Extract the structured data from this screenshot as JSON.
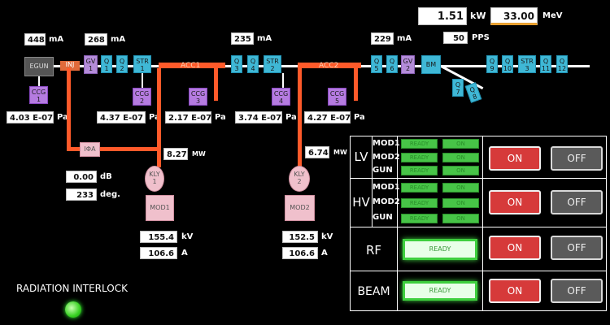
{
  "top": {
    "power_value": "1.51",
    "power_unit": "kW",
    "energy_value": "33.00",
    "energy_unit": "MeV",
    "pps_value": "50",
    "pps_unit": "PPS"
  },
  "currents": [
    {
      "value": "448",
      "unit": "mA"
    },
    {
      "value": "268",
      "unit": "mA"
    },
    {
      "value": "235",
      "unit": "mA"
    },
    {
      "value": "229",
      "unit": "mA"
    }
  ],
  "beamline": {
    "egun": "EGUN",
    "inj": "INJ",
    "acc1": "ACC1",
    "acc2": "ACC2",
    "bm": "BM",
    "gv": [
      {
        "t": "GV",
        "n": "1"
      },
      {
        "t": "GV",
        "n": "2"
      }
    ],
    "q": [
      "1",
      "2",
      "3",
      "4",
      "5",
      "6",
      "7",
      "8",
      "9",
      "10",
      "11",
      "12"
    ],
    "str": [
      "1",
      "2",
      "3"
    ],
    "q_label": "Q",
    "str_label": "STR"
  },
  "ccg": [
    {
      "t": "CCG",
      "n": "1",
      "value": "4.03 E-07",
      "unit": "Pa"
    },
    {
      "t": "CCG",
      "n": "2",
      "value": "4.37 E-07",
      "unit": "Pa"
    },
    {
      "t": "CCG",
      "n": "3",
      "value": "2.17 E-07",
      "unit": "Pa"
    },
    {
      "t": "CCG",
      "n": "4",
      "value": "3.74 E-07",
      "unit": "Pa"
    },
    {
      "t": "CCG",
      "n": "5",
      "value": "4.27 E-07",
      "unit": "Pa"
    }
  ],
  "rf": {
    "phase_label": "IΦA",
    "db_value": "0.00",
    "db_unit": "dB",
    "deg_value": "233",
    "deg_unit": "deg.",
    "mw1_value": "8.27",
    "mw1_unit": "MW",
    "mw2_value": "6.74",
    "mw2_unit": "MW",
    "kly1": {
      "t": "KLY",
      "n": "1"
    },
    "kly2": {
      "t": "KLY",
      "n": "2"
    },
    "mod1": "MOD1",
    "mod2": "MOD2",
    "kv1": "155.4",
    "a1": "106.6",
    "kv2": "152.5",
    "a2": "106.6",
    "kv_unit": "kV",
    "a_unit": "A"
  },
  "panel": {
    "lv": "LV",
    "hv": "HV",
    "rf": "RF",
    "beam": "BEAM",
    "lv_rows": [
      "MOD1",
      "MOD2",
      "GUN"
    ],
    "hv_rows": [
      "MOD1",
      "MOD2",
      "GUN"
    ],
    "ready": "READY",
    "on_led": "ON",
    "on": "ON",
    "off": "OFF"
  },
  "interlock": {
    "label": "RADIATION INTERLOCK"
  },
  "colors": {
    "pipe": "#ff5a2a",
    "quad": "#3fb8d6",
    "gauge": "#b57be0",
    "on_button": "#d63a3a",
    "led_green": "#47c447"
  }
}
